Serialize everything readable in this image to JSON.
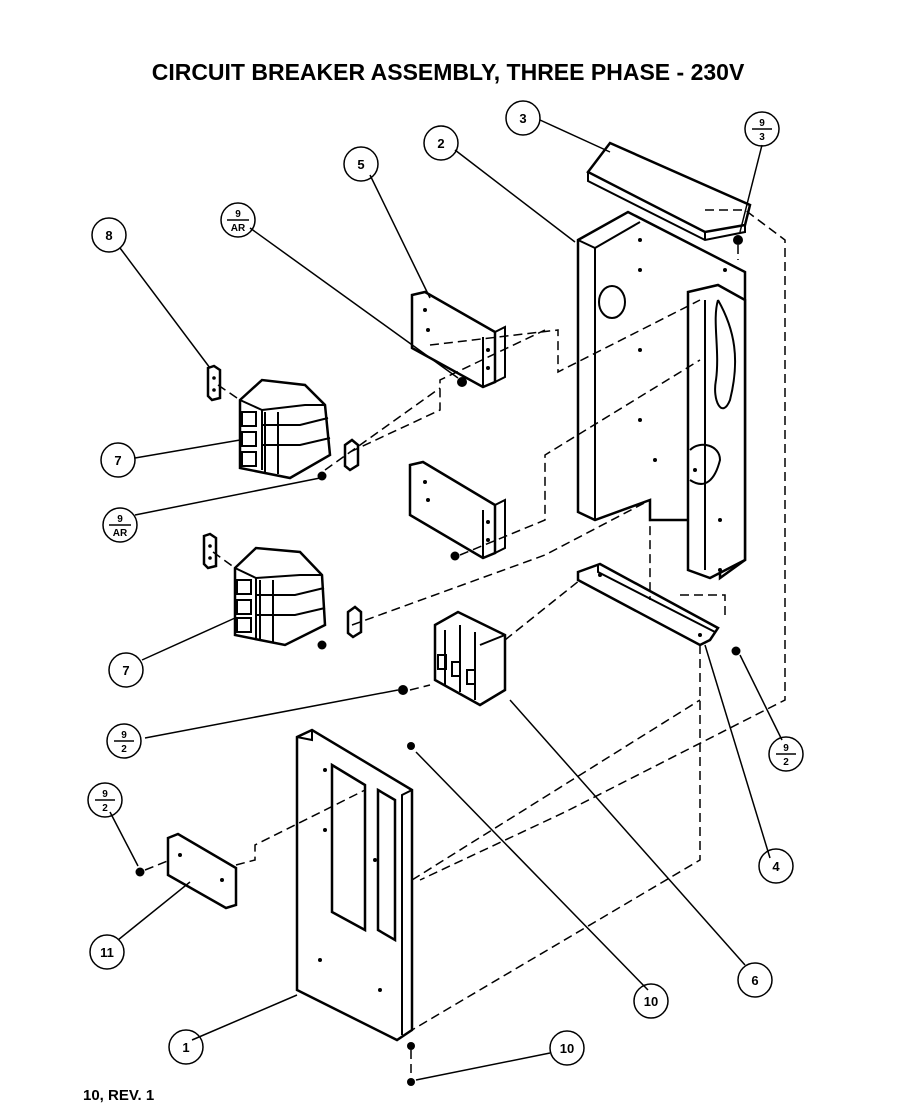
{
  "title": "CIRCUIT BREAKER ASSEMBLY, THREE PHASE - 230V",
  "footer": "10, REV. 1",
  "callouts": {
    "c1": {
      "number": "1"
    },
    "c2": {
      "number": "2"
    },
    "c3": {
      "number": "3"
    },
    "c4": {
      "number": "4"
    },
    "c5": {
      "number": "5"
    },
    "c6": {
      "number": "6"
    },
    "c7a": {
      "number": "7"
    },
    "c7b": {
      "number": "7"
    },
    "c8": {
      "number": "8"
    },
    "c10a": {
      "number": "10"
    },
    "c10b": {
      "number": "10"
    },
    "c11": {
      "number": "11"
    },
    "c9_3": {
      "top": "9",
      "bottom": "3"
    },
    "c9_ar_top": {
      "top": "9",
      "bottom": "AR"
    },
    "c9_ar_mid": {
      "top": "9",
      "bottom": "AR"
    },
    "c9_2_mid": {
      "top": "9",
      "bottom": "2"
    },
    "c9_2_left": {
      "top": "9",
      "bottom": "2"
    },
    "c9_2_right": {
      "top": "9",
      "bottom": "2"
    }
  }
}
